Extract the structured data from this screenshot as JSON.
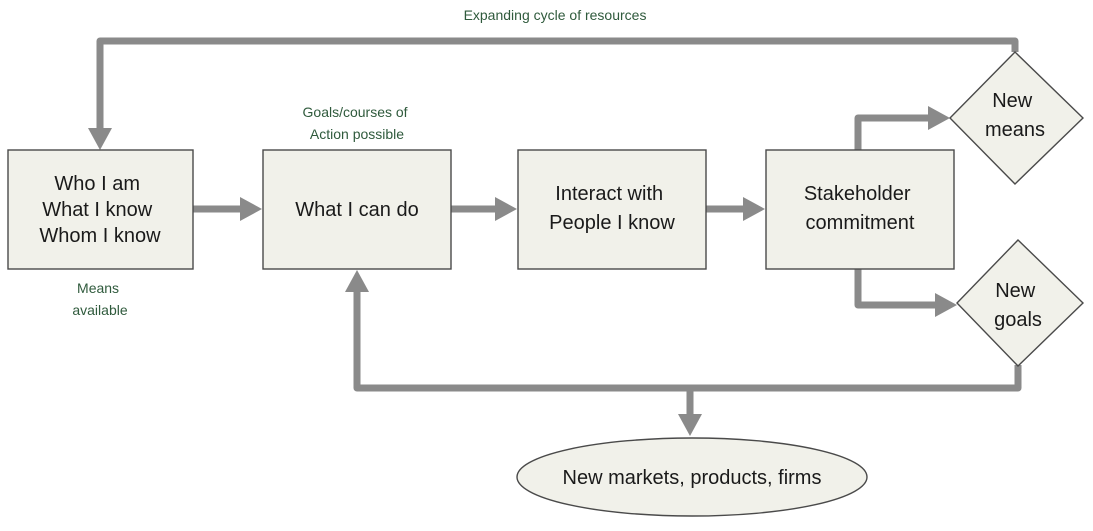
{
  "annotations": {
    "top_cycle": "Expanding cycle of resources",
    "goals_line1": "Goals/courses of",
    "goals_line2": "Action possible",
    "means_line1": "Means",
    "means_line2": "available"
  },
  "nodes": {
    "who": [
      "Who I am",
      "What I know",
      "Whom I know"
    ],
    "what": [
      "What I can do"
    ],
    "interact": [
      "Interact with",
      "People I know"
    ],
    "stakeholder": [
      "Stakeholder",
      "commitment"
    ],
    "new_means": [
      "New",
      "means"
    ],
    "new_goals": [
      "New",
      "goals"
    ],
    "markets": [
      "New markets, products, firms"
    ]
  },
  "colors": {
    "box_fill": "#f1f1ea",
    "box_stroke": "#4a4a4a",
    "arrow": "#8a8a8a",
    "annotation_text": "#2f5a3c"
  }
}
